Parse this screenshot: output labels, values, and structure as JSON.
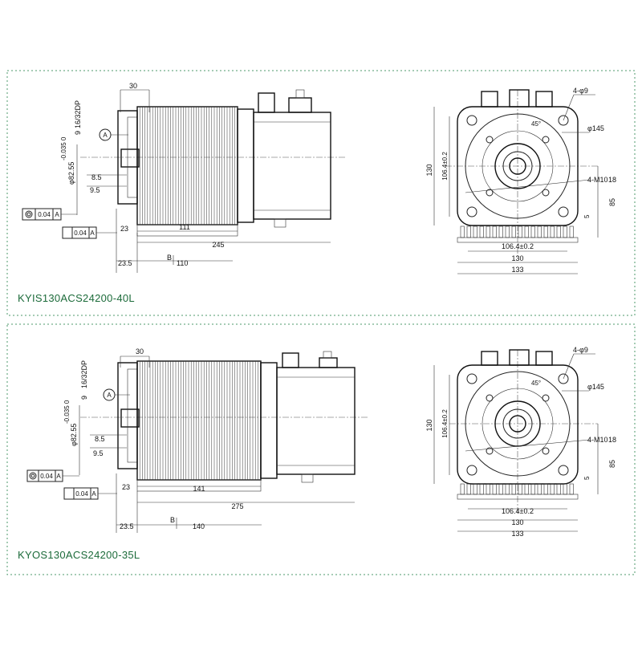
{
  "panels": [
    {
      "model": "KYIS130ACS24200-40L",
      "side": {
        "d30": "30",
        "spline": "16/32DP",
        "d9": "9",
        "d82": "φ82.55",
        "tol": "-0.035 0",
        "d85": "8.5",
        "d95": "9.5",
        "d23": "23",
        "d111": "111",
        "d245": "245",
        "d235": "23.5",
        "d110": "110",
        "datumA": "A",
        "datumB": "B",
        "fcf1": "0.04",
        "fcf1ref": "A",
        "fcf2": "0.04",
        "fcf2ref": "A"
      },
      "front": {
        "holes": "4-φ9",
        "pcd": "φ145",
        "tap": "4-M10",
        "tapdepth": "18",
        "angle": "45°",
        "h130": "130",
        "h1064": "106.4±0.2",
        "h85": "85",
        "h5": "5",
        "w1064": "106.4±0.2",
        "w130": "130",
        "w133": "133"
      }
    },
    {
      "model": "KYOS130ACS24200-35L",
      "side": {
        "d30": "30",
        "spline": "16/32DP",
        "d9": "9",
        "d82": "φ82.55",
        "tol": "-0.035 0",
        "d85": "8.5",
        "d95": "9.5",
        "d23": "23",
        "d111": "141",
        "d245": "275",
        "d235": "23.5",
        "d110": "140",
        "datumA": "A",
        "datumB": "B",
        "fcf1": "0.04",
        "fcf1ref": "A",
        "fcf2": "0.04",
        "fcf2ref": "A"
      },
      "front": {
        "holes": "4-φ9",
        "pcd": "φ145",
        "tap": "4-M10",
        "tapdepth": "18",
        "angle": "45°",
        "h130": "130",
        "h1064": "106.4±0.2",
        "h85": "85",
        "h5": "5",
        "w1064": "106.4±0.2",
        "w130": "130",
        "w133": "133"
      }
    }
  ]
}
